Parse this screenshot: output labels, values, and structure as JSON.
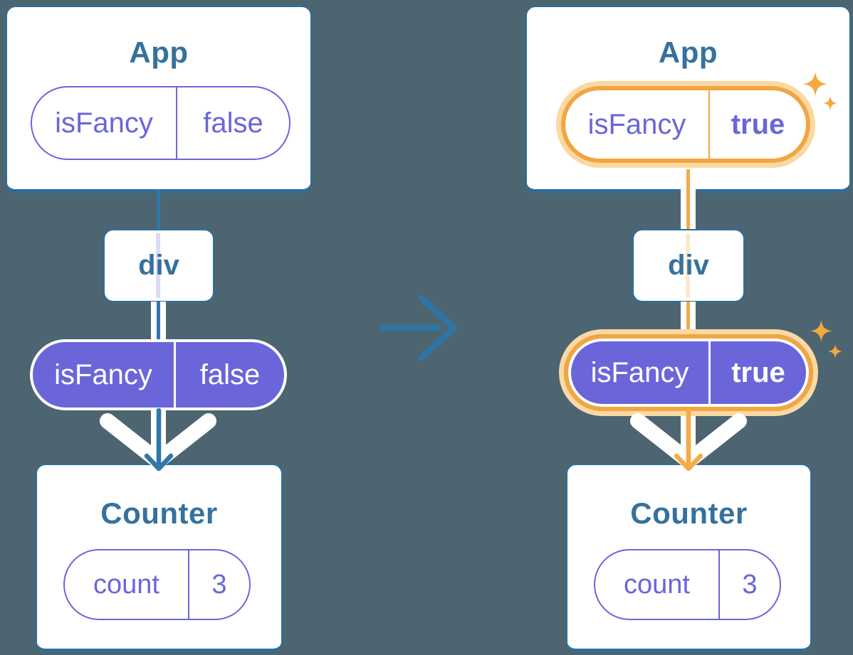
{
  "colors": {
    "background": "#4C6571",
    "card_border_teal": "#2E6E9C",
    "title_teal": "#35719E",
    "flow_line_teal": "#2F78A9",
    "transition_arrow_blue": "#2E74A5",
    "purple": "#6A66D9",
    "faint_lavender": "#D9DCF4",
    "highlight_orange": "#F2A640",
    "highlight_orange_line": "#F5AB48",
    "highlight_cream": "#FBD9A4",
    "faint_cream": "#FBE9CC",
    "sparkle_orange": "#F5A93F",
    "white": "#FFFFFF"
  },
  "before": {
    "app": {
      "title": "App",
      "prop_name": "isFancy",
      "prop_value": "false"
    },
    "container": {
      "label": "div"
    },
    "counter": {
      "title": "Counter",
      "state_name": "count",
      "state_value": "3"
    }
  },
  "after": {
    "app": {
      "title": "App",
      "prop_name": "isFancy",
      "prop_value": "true"
    },
    "container": {
      "label": "div"
    },
    "counter": {
      "title": "Counter",
      "state_name": "count",
      "state_value": "3"
    }
  }
}
